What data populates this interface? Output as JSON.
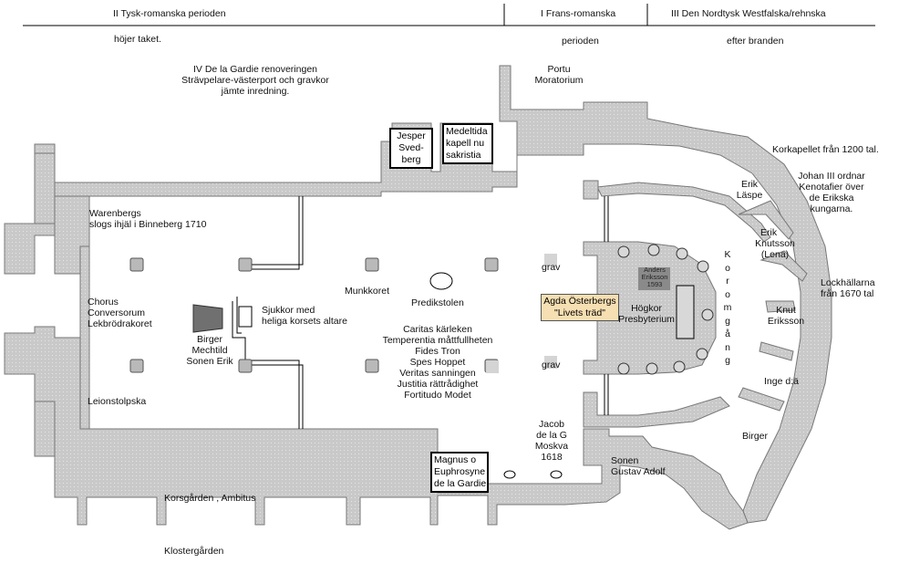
{
  "header": {
    "period_2": "II  Tysk-romanska perioden",
    "period_1": "I Frans-romanska",
    "period_3": "III  Den Nordtysk Westfalska/rehnska",
    "sub_2": "höjer taket.",
    "sub_1": "perioden",
    "sub_3": "efter branden"
  },
  "period_4": [
    "IV  De la Gardie renoveringen",
    "Strävpelare-västerport och gravkor",
    "jämte inredning."
  ],
  "labels": {
    "portu": [
      "Portu",
      "Moratorium"
    ],
    "jesper": [
      "Jesper",
      "Sved-",
      "berg"
    ],
    "medeltida": [
      "Medeltida",
      "kapell nu",
      "sakristia"
    ],
    "korkapellet": "Korkapellet från 1200 tal.",
    "johan": [
      "Johan III ordnar",
      "Kenotafier över",
      "de Erikska",
      "kungarna."
    ],
    "erik_laspe": [
      "Erik",
      "Läspe"
    ],
    "erik_knutsson": [
      "Erik",
      "Knutsson",
      "(Lena)"
    ],
    "lockhallarna": [
      "Lockhällarna",
      "från 1670 tal"
    ],
    "knut": [
      "Knut",
      "Eriksson"
    ],
    "inge": "Inge d:ä",
    "birger_right": "Birger",
    "sonen": [
      "Sonen",
      "Gustav Adolf"
    ],
    "jacob": [
      "Jacob",
      "de la G",
      "Moskva",
      "1618"
    ],
    "magnus": [
      "Magnus o",
      "Euphrosyne",
      "de la Gardie"
    ],
    "korsgarden": "Korsgården , Ambitus",
    "klostergarden": "Klostergården",
    "warenbergs": [
      "Warenbergs",
      "slogs ihjäl i Binneberg 1710"
    ],
    "chorus": [
      "Chorus",
      "Conversorum",
      "Lekbrödrakoret"
    ],
    "leionstolpska": "Leionstolpska",
    "birger_left": [
      "Birger",
      "Mechtild",
      "Sonen Erik"
    ],
    "sjukkor": [
      "Sjukkor med",
      "heliga korsets altare"
    ],
    "munkkoret": "Munkkoret",
    "predikstolen": "Predikstolen",
    "virtues": [
      "Caritas kärleken",
      "Temperentia måttfullheten",
      "Fides Tron",
      "Spes Hoppet",
      "Veritas sanningen",
      "Justitia rättrådighet",
      "Fortitudo Modet"
    ],
    "grav_top": "grav",
    "grav_bottom": "grav",
    "agda": [
      "Agda Österbergs",
      "\"Livets träd\""
    ],
    "hogkor": [
      "Högkor",
      "Presbyterium"
    ],
    "anders": [
      "Anders",
      "Eriksson",
      "1593"
    ],
    "korgang": [
      "K",
      "o",
      "r",
      "o",
      "m",
      "g",
      "å",
      "n",
      "g"
    ]
  },
  "colors": {
    "wall": "#c9c9c9",
    "agda_fill": "#f6dfb2",
    "grave_dark": "#707070"
  }
}
